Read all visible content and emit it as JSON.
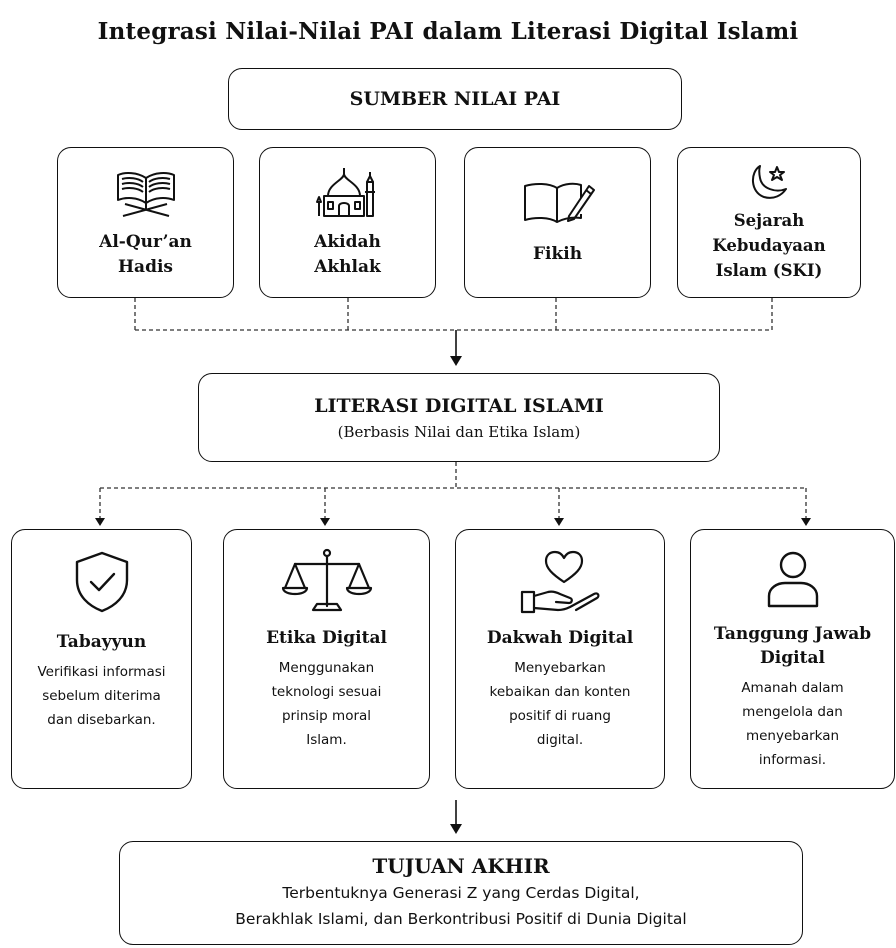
{
  "title": "Integrasi Nilai-Nilai PAI dalam Literasi Digital Islami",
  "sources": {
    "header": "SUMBER NILAI PAI",
    "items": [
      {
        "icon": "quran-icon",
        "label": "Al-Qur’an\nHadis"
      },
      {
        "icon": "mosque-icon",
        "label": "Akidah\nAkhlak"
      },
      {
        "icon": "book-pen-icon",
        "label": "Fikih"
      },
      {
        "icon": "crescent-star-icon",
        "label": "Sejarah\nKebudayaan\nIslam (SKI)"
      }
    ]
  },
  "literacy": {
    "title": "LITERASI DIGITAL ISLAMI",
    "subtitle": "(Berbasis Nilai dan Etika Islam)"
  },
  "outcomes": [
    {
      "icon": "shield-check-icon",
      "title": "Tabayyun",
      "desc": "Verifikasi informasi\nsebelum diterima\ndan disebarkan."
    },
    {
      "icon": "scale-icon",
      "title": "Etika Digital",
      "desc": "Menggunakan\nteknologi sesuai\nprinsip moral\nIslam."
    },
    {
      "icon": "heart-hand-icon",
      "title": "Dakwah Digital",
      "desc": "Menyebarkan\nkebaikan dan konten\npositif di ruang\ndigital."
    },
    {
      "icon": "person-icon",
      "title": "Tanggung Jawab\nDigital",
      "desc": "Amanah dalam\nmengelola dan\nmenyebarkan\ninformasi."
    }
  ],
  "goal": {
    "title": "TUJUAN AKHIR",
    "desc": "Terbentuknya Generasi Z yang Cerdas Digital,\nBerakhlak Islami, dan Berkontribusi Positif di Dunia Digital"
  }
}
